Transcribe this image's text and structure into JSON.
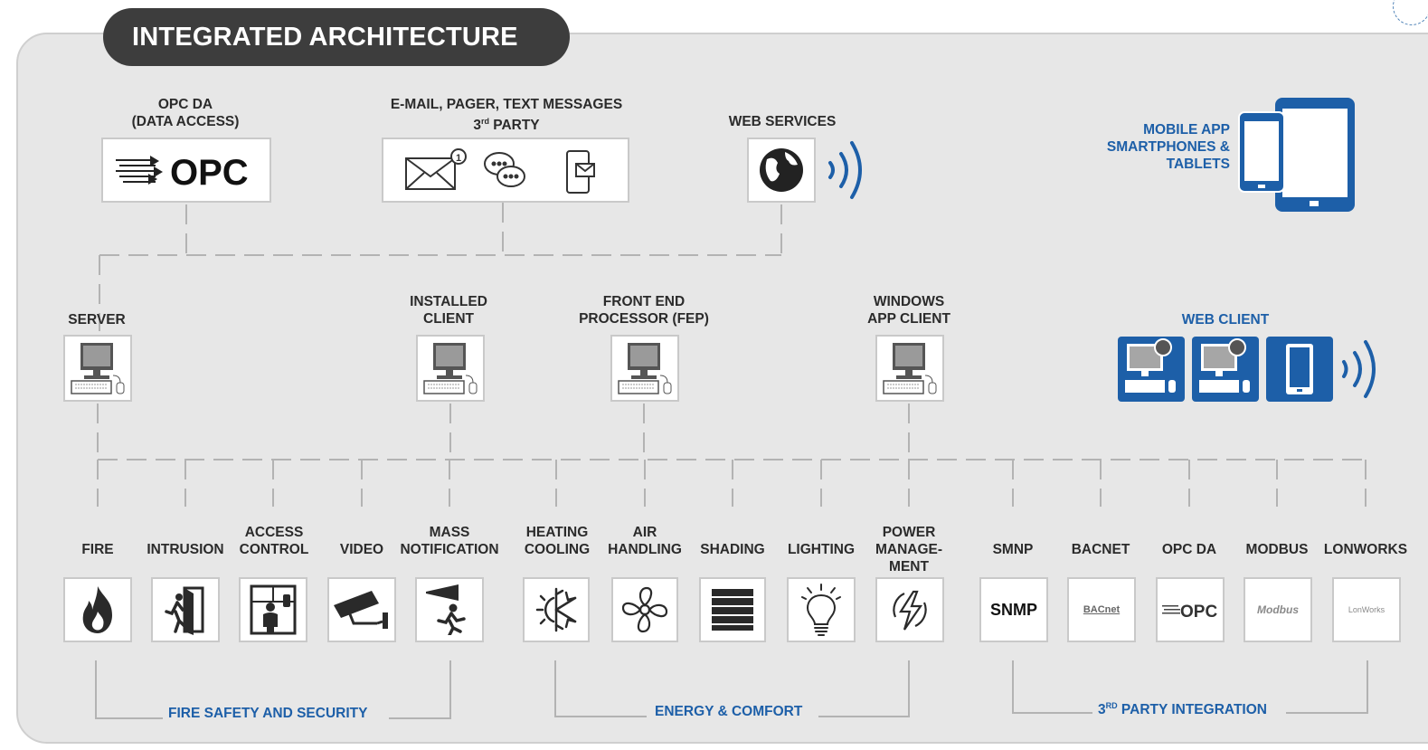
{
  "title": "INTEGRATED ARCHITECTURE",
  "top": {
    "opc_label_1": "OPC DA",
    "opc_label_2": "(DATA ACCESS)",
    "email_label_1": "E-MAIL, PAGER, TEXT MESSAGES",
    "email_label_2": "3rd PARTY",
    "web_services_label": "WEB SERVICES",
    "mobile_label_1": "MOBILE APP",
    "mobile_label_2": "SMARTPHONES &",
    "mobile_label_3": "TABLETS",
    "opc_logo": "OPC"
  },
  "clients": {
    "server": "SERVER",
    "installed_1": "INSTALLED",
    "installed_2": "CLIENT",
    "fep_1": "FRONT END",
    "fep_2": "PROCESSOR  (FEP)",
    "windows_1": "WINDOWS",
    "windows_2": "APP CLIENT",
    "web_client": "WEB CLIENT"
  },
  "subsystems": {
    "fire": "FIRE",
    "intrusion": "INTRUSION",
    "access_1": "ACCESS",
    "access_2": "CONTROL",
    "video": "VIDEO",
    "mass_1": "MASS",
    "mass_2": "NOTIFICATION",
    "heating_1": "HEATING",
    "heating_2": "COOLING",
    "air_1": "AIR",
    "air_2": "HANDLING",
    "shading": "SHADING",
    "lighting": "LIGHTING",
    "power_1": "POWER",
    "power_2": "MANAGE-",
    "power_3": "MENT",
    "smnp": "SMNP",
    "bacnet": "BACNET",
    "opc_da": "OPC DA",
    "modbus": "MODBUS",
    "lonworks": "LONWORKS"
  },
  "logos": {
    "snmp": "SNMP",
    "bacnet": "BACnet",
    "opc": "OPC",
    "modbus": "Modbus",
    "lonworks": "LonWorks"
  },
  "groups": {
    "fire_safety": "FIRE SAFETY AND SECURITY",
    "energy": "ENERGY & COMFORT",
    "third_party": "3RD PARTY INTEGRATION"
  },
  "colors": {
    "accent_blue": "#1d5fa8",
    "panel_bg": "#e7e7e7",
    "title_bg": "#3d3d3d"
  }
}
